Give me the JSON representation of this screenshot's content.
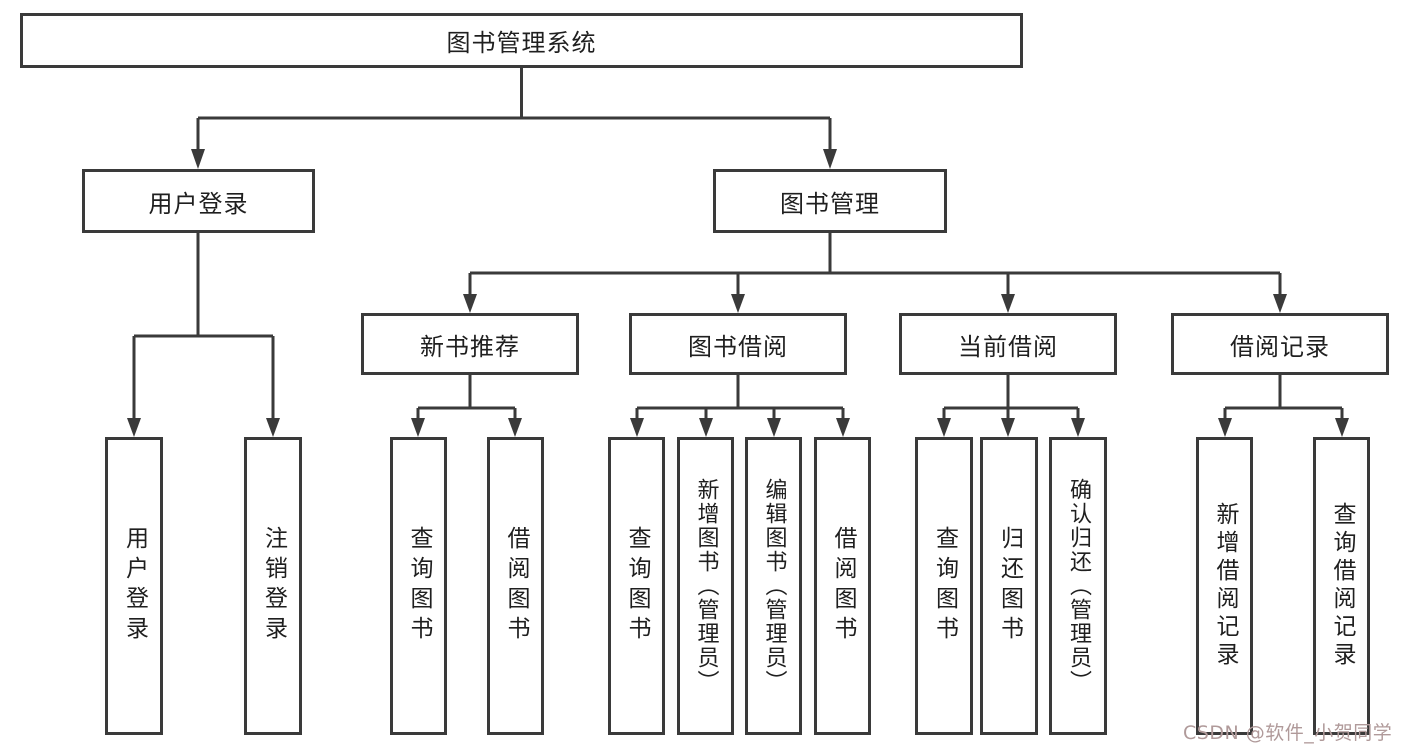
{
  "diagram": {
    "root": {
      "label": "图书管理系统"
    },
    "branches": [
      {
        "label": "用户登录",
        "leaves": [
          {
            "label": "用户登录"
          },
          {
            "label": "注销登录"
          }
        ]
      },
      {
        "label": "图书管理",
        "groups": [
          {
            "label": "新书推荐",
            "leaves": [
              {
                "label": "查询图书"
              },
              {
                "label": "借阅图书"
              }
            ]
          },
          {
            "label": "图书借阅",
            "leaves": [
              {
                "label": "查询图书"
              },
              {
                "label": "新增图书（管理员）"
              },
              {
                "label": "编辑图书（管理员）"
              },
              {
                "label": "借阅图书"
              }
            ]
          },
          {
            "label": "当前借阅",
            "leaves": [
              {
                "label": "查询图书"
              },
              {
                "label": "归还图书"
              },
              {
                "label": "确认归还（管理员）"
              }
            ]
          },
          {
            "label": "借阅记录",
            "leaves": [
              {
                "label": "新增借阅记录"
              },
              {
                "label": "查询借阅记录"
              }
            ]
          }
        ]
      }
    ]
  },
  "watermark": {
    "text": "CSDN @软件_小贺同学",
    "color": "#b09a9a"
  },
  "colors": {
    "line": "#3a3a3a",
    "text": "#1f1f1f",
    "background": "#ffffff"
  }
}
